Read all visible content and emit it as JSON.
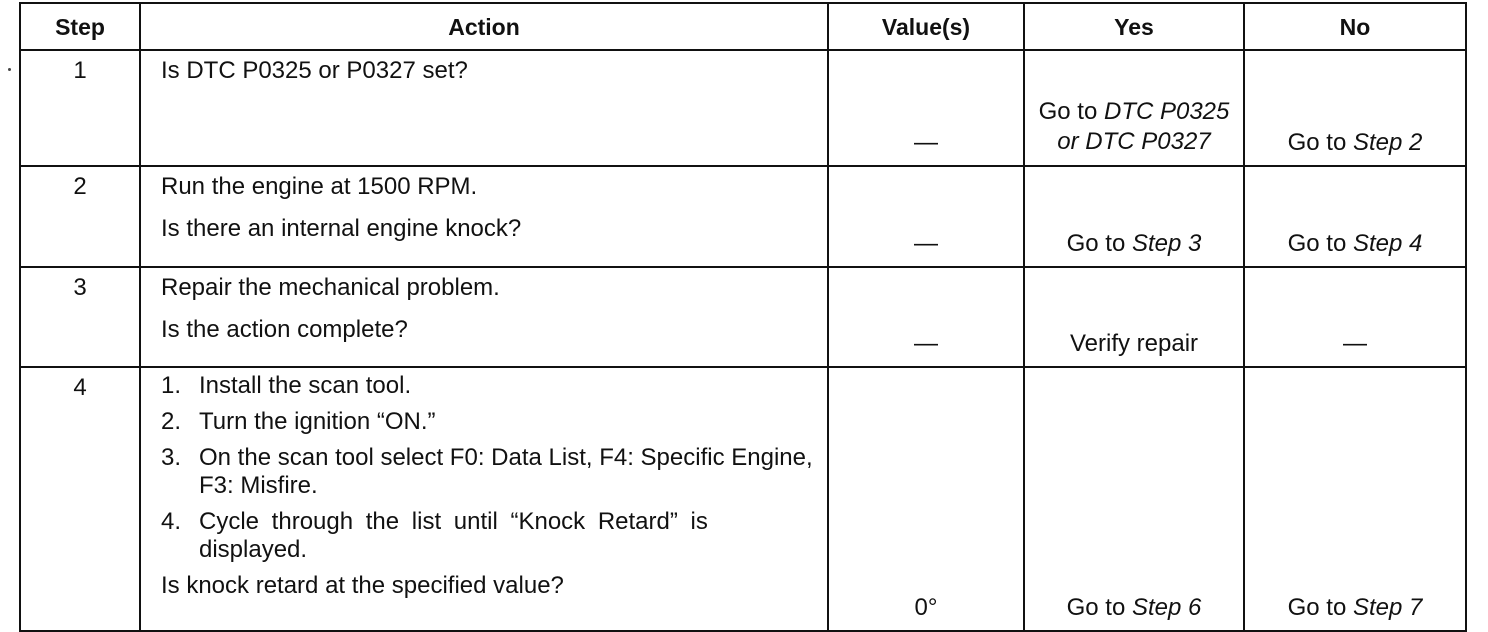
{
  "headers": {
    "step": "Step",
    "action": "Action",
    "values": "Value(s)",
    "yes": "Yes",
    "no": "No"
  },
  "rows": [
    {
      "step": "1",
      "action_lines": [
        "Is DTC P0325 or P0327 set?"
      ],
      "value": "—",
      "yes_prefix": "Go to",
      "yes_italic": "DTC P0325 or DTC P0327",
      "yes_line1": "Go to DTC",
      "yes_line2": "P0325 or",
      "yes_line3": "DTC P0327",
      "no_prefix": "Go to",
      "no_italic": "Step 2"
    },
    {
      "step": "2",
      "action_lines": [
        "Run the engine at 1500 RPM.",
        "Is there an internal engine knock?"
      ],
      "value": "—",
      "yes_prefix": "Go to",
      "yes_italic": "Step 3",
      "no_prefix": "Go to",
      "no_italic": "Step 4"
    },
    {
      "step": "3",
      "action_lines": [
        "Repair the mechanical problem.",
        "Is the action complete?"
      ],
      "value": "—",
      "yes_text": "Verify repair",
      "no_text": "—"
    },
    {
      "step": "4",
      "action_list": [
        {
          "n": "1.",
          "t": "Install the scan tool."
        },
        {
          "n": "2.",
          "t": "Turn the ignition “ON.”"
        },
        {
          "n": "3.",
          "t": "On the scan tool select F0: Data List, F4: Specific Engine, F3: Misfire."
        },
        {
          "n": "4.",
          "t": "Cycle through the list until “Knock Retard” is displayed."
        }
      ],
      "question": "Is knock retard at the specified value?",
      "value": "0°",
      "yes_prefix": "Go to",
      "yes_italic": "Step 6",
      "no_prefix": "Go to",
      "no_italic": "Step 7"
    }
  ]
}
